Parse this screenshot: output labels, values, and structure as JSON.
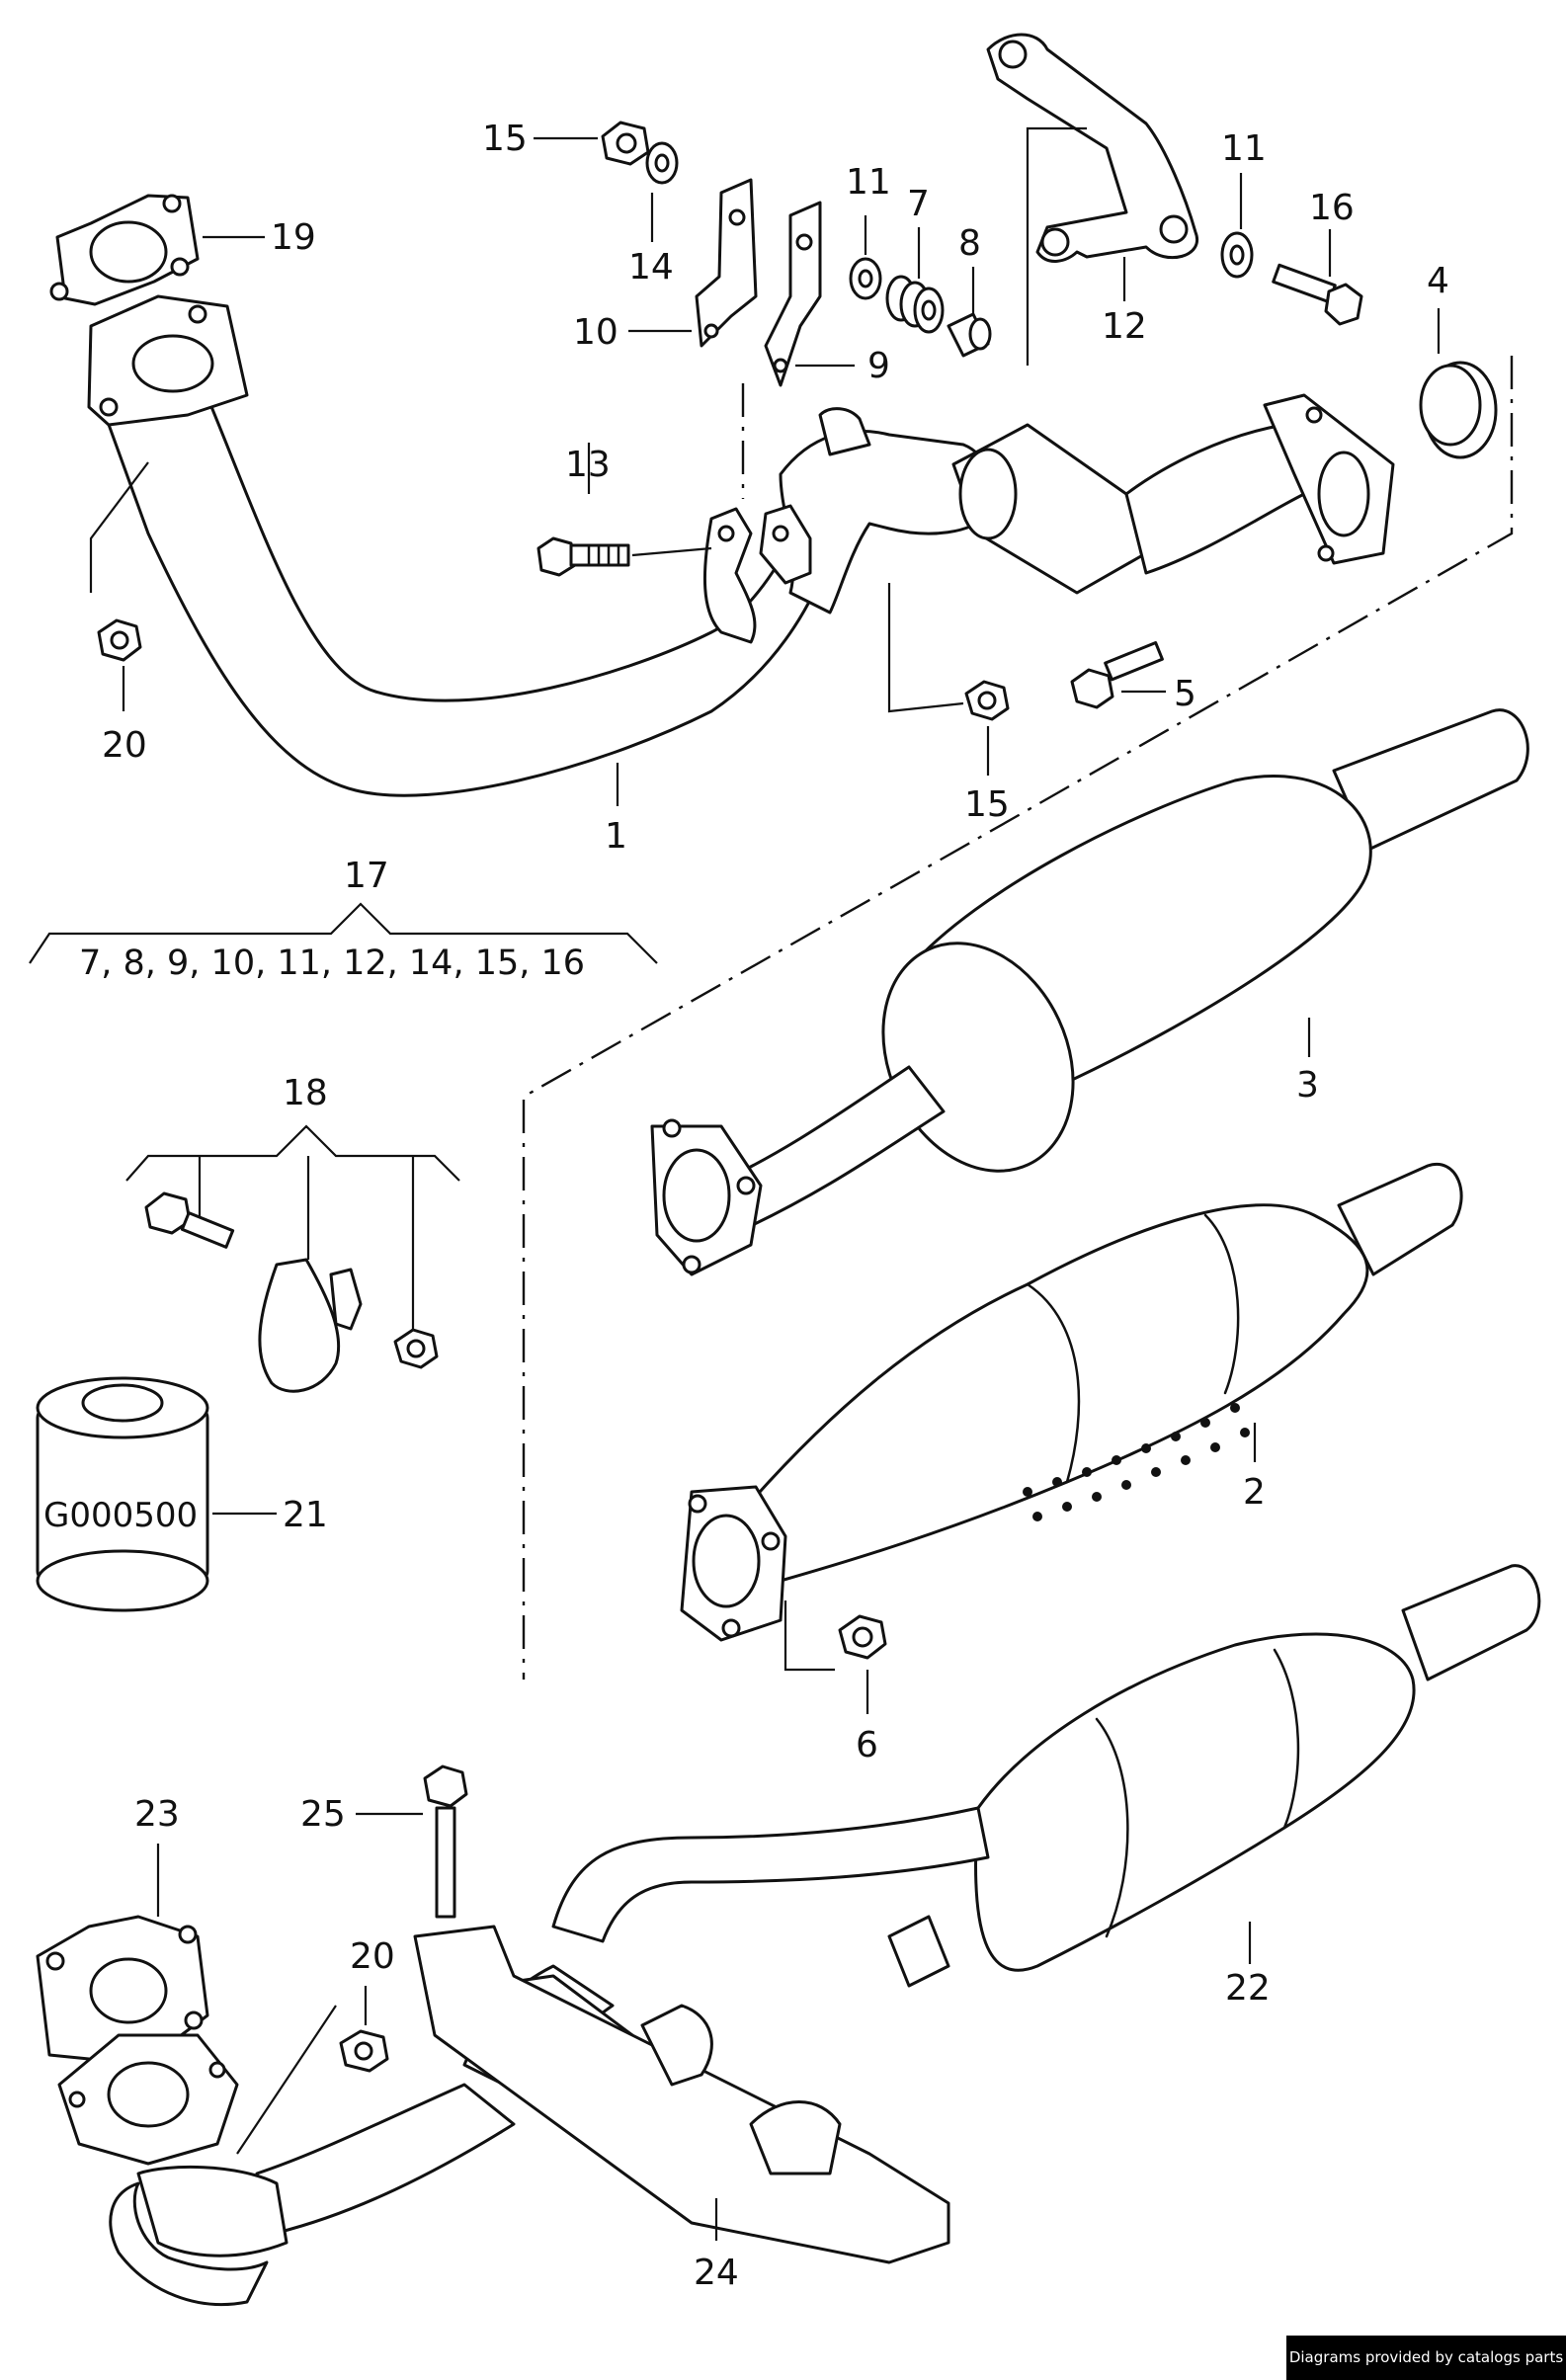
{
  "callouts": {
    "c1": "1",
    "c2": "2",
    "c3": "3",
    "c4": "4",
    "c5": "5",
    "c6": "6",
    "c7": "7",
    "c8": "8",
    "c9": "9",
    "c10": "10",
    "c11a": "11",
    "c11b": "11",
    "c12": "12",
    "c13": "13",
    "c14": "14",
    "c15a": "15",
    "c15b": "15",
    "c16": "16",
    "c17": "17",
    "c18": "18",
    "c19": "19",
    "c20a": "20",
    "c20b": "20",
    "c21": "21",
    "c22": "22",
    "c23": "23",
    "c24": "24",
    "c25": "25"
  },
  "kit17_contents": "7, 8, 9, 10, 11, 12, 14, 15, 16",
  "part21_label": "G000500",
  "credit": "Diagrams provided by catalogs parts"
}
